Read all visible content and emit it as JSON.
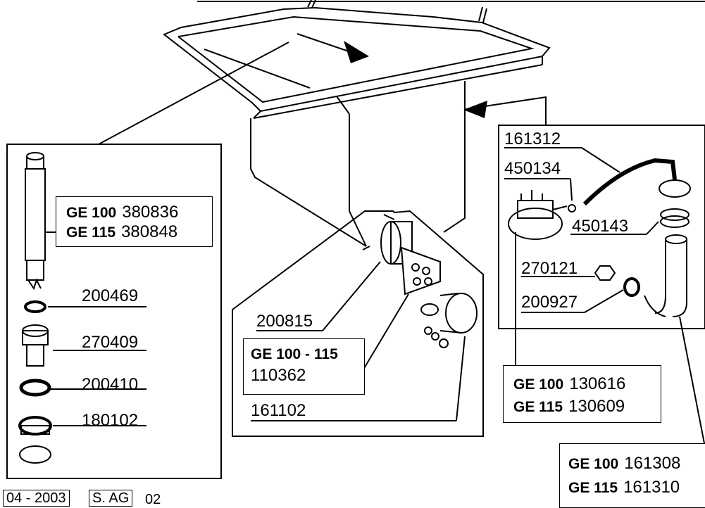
{
  "left_panel": {
    "tube_models": [
      {
        "model": "GE 100",
        "part": "380836"
      },
      {
        "model": "GE 115",
        "part": "380848"
      }
    ],
    "parts": [
      "200469",
      "270409",
      "200410",
      "180102"
    ]
  },
  "center_panel": {
    "part_200815": "200815",
    "element_model": "GE 100 - 115",
    "element_part": "110362",
    "part_161102": "161102"
  },
  "right_panel": {
    "parts_top": [
      "161312",
      "450134",
      "450143",
      "270121",
      "200927"
    ],
    "pressostat_models": [
      {
        "model": "GE 100",
        "part": "130616"
      },
      {
        "model": "GE 115",
        "part": "130609"
      }
    ],
    "hose_models": [
      {
        "model": "GE 100",
        "part": "161308"
      },
      {
        "model": "GE 115",
        "part": "161310"
      }
    ]
  },
  "footer": {
    "date": "04 - 2003",
    "code": "S. AG",
    "page": "02"
  }
}
